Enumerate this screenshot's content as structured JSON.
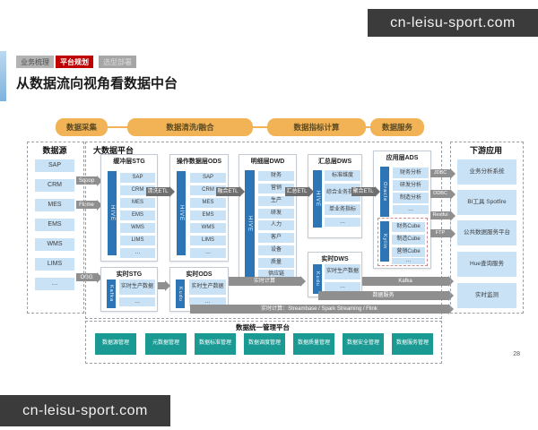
{
  "site": {
    "domain": "cn-leisu-sport.com"
  },
  "page": {
    "number": "28"
  },
  "tabs": {
    "t1": "业务梳理",
    "t2": "平台规划",
    "t3": "选型部署"
  },
  "title": "从数据流向视角看数据中台",
  "flow": {
    "s1": "数据采集",
    "s2": "数据清洗/融合",
    "s3": "数据指标计算",
    "s4": "数据服务"
  },
  "sources": {
    "title": "数据源",
    "items": [
      "SAP",
      "CRM",
      "MES",
      "EMS",
      "WMS",
      "LIMS",
      "…"
    ]
  },
  "ingest": {
    "sqoop": "Sqoop",
    "flume": "Flume",
    "ogg": "OGG"
  },
  "platform": {
    "title": "大数据平台",
    "stg": {
      "title": "缓冲层STG",
      "engine": "HIVE",
      "items": [
        "SAP",
        "CRM",
        "MES",
        "EMS",
        "WMS",
        "LIMS",
        "…"
      ]
    },
    "ods": {
      "title": "操作数据层ODS",
      "engine": "HIVE",
      "items": [
        "SAP",
        "CRM",
        "MES",
        "EMS",
        "WMS",
        "LIMS",
        "…"
      ]
    },
    "dwd": {
      "title": "明细层DWD",
      "engine": "HIVE",
      "items": [
        "财务",
        "营销",
        "生产",
        "研发",
        "人力",
        "客户",
        "设备",
        "质量",
        "供应链"
      ]
    },
    "dws": {
      "title": "汇总层DWS",
      "engine": "HIVE",
      "items": [
        "标准维度",
        "综合业务指标",
        "单业务指标",
        "…"
      ]
    },
    "ads": {
      "title": "应用层ADS",
      "engine": "Oracle",
      "items": [
        "财务分析",
        "研发分析",
        "制造分析",
        "…"
      ],
      "cube_engine": "Kylin",
      "cube_items": [
        "财务Cube",
        "制造Cube",
        "营销Cube",
        "…"
      ]
    },
    "rt_stg": {
      "title": "实时STG",
      "engine": "Kafka",
      "item": "实时生产数据",
      "more": "…"
    },
    "rt_ods": {
      "title": "实时ODS",
      "engine": "Kudu",
      "item": "实时生产数据",
      "more": "…"
    },
    "rt_dws": {
      "title": "实时DWS",
      "engine": "Kudu",
      "item": "实时生产数据",
      "more": "…"
    },
    "etl": {
      "e1": "清洗ETL",
      "e2": "融合ETL",
      "e3": "汇总ETL",
      "e4": "聚合ETL"
    },
    "arrows": {
      "rt_compute": "实时计算",
      "kafka": "Kafka",
      "data_service": "数据服务",
      "rt_engines": "实时计算：Streambase / Spark Streaming / Flink"
    }
  },
  "downstream": {
    "title": "下游应用",
    "protocols": [
      "JDBC",
      "ODBC",
      "Restful",
      "FTP"
    ],
    "items": [
      "业务分析系统",
      "BI工具 Spotfire",
      "公共数据服务平台",
      "Hue查询服务",
      "实时监测"
    ]
  },
  "management": {
    "title": "数据统一管理平台",
    "items": [
      "数据源管理",
      "元数据管理",
      "数据标准管理",
      "数据调度管理",
      "数据质量管理",
      "数据安全管理",
      "数据服务管理"
    ]
  }
}
